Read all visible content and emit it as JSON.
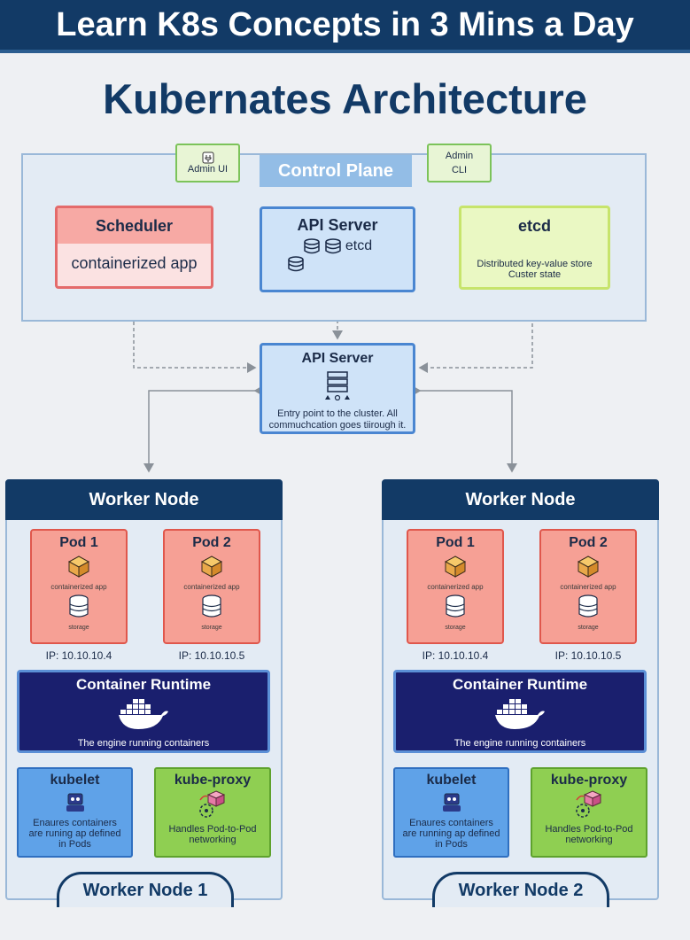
{
  "banner": {
    "title": "Learn K8s Concepts in 3 Mins a Day"
  },
  "title": "Kubernates Architecture",
  "control_plane": {
    "label": "Control Plane",
    "admin_ui": "Admin UI",
    "admin_cli": "Admin CLI",
    "scheduler": {
      "title": "Scheduler",
      "subtitle": "containerized app"
    },
    "api_server": {
      "title": "API Server",
      "subtitle": "etcd"
    },
    "etcd": {
      "title": "etcd",
      "desc_line1": "Distributed key-value store",
      "desc_line2": "Custer state"
    }
  },
  "api_server": {
    "title": "API Server",
    "desc_line1": "Entry point to the cluster. All",
    "desc_line2": "commuchcation goes tiirough it."
  },
  "worker_nodes": [
    {
      "header": "Worker Node",
      "footer": "Worker Node 1",
      "pods": [
        {
          "title": "Pod 1",
          "label": "containerized app",
          "label2": "storage",
          "ip": "IP: 10.10.10.4"
        },
        {
          "title": "Pod 2",
          "label": "containerized app",
          "label2": "storage",
          "ip": "IP: 10.10.10.5"
        }
      ],
      "runtime": {
        "title": "Container Runtime",
        "desc": "The engine running containers"
      },
      "kubelet": {
        "title": "kubelet",
        "desc_line1": "Enaures containers",
        "desc_line2": "are runing ap defined",
        "desc_line3": "in Pods"
      },
      "kube_proxy": {
        "title": "kube-proxy",
        "desc_line1": "Handles Pod-to-Pod",
        "desc_line2": "networking"
      }
    },
    {
      "header": "Worker Node",
      "footer": "Worker Node 2",
      "pods": [
        {
          "title": "Pod 1",
          "label": "containerized app",
          "label2": "storage",
          "ip": "IP: 10.10.10.4"
        },
        {
          "title": "Pod 2",
          "label": "containerized app",
          "label2": "storage",
          "ip": "IP: 10.10.10.5"
        }
      ],
      "runtime": {
        "title": "Container Runtime",
        "desc": "The engine running containers"
      },
      "kubelet": {
        "title": "kubelet",
        "desc_line1": "Enaures containers",
        "desc_line2": "are running ap defined",
        "desc_line3": "in Pods"
      },
      "kube_proxy": {
        "title": "kube-proxy",
        "desc_line1": "Handles Pod-to-Pod",
        "desc_line2": "networking"
      }
    }
  ],
  "icons": [
    "plug-icon",
    "database-icon",
    "server-icon",
    "shapes-icon",
    "cube-icon",
    "docker-whale-icon",
    "robot-icon",
    "network-icon"
  ],
  "colors": {
    "navy": "#123a66",
    "pod_red": "#f6a095",
    "runtime_navy": "#1a1f6e",
    "kubelet_blue": "#5fa2e8",
    "proxy_green": "#8fcf52",
    "etcd_lime": "#eaf8c3"
  }
}
